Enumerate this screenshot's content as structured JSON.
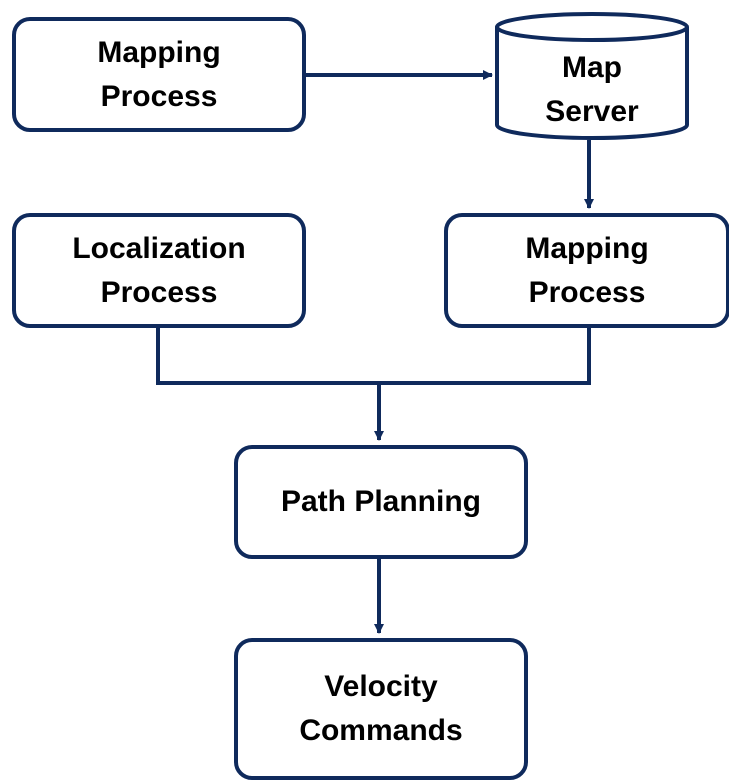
{
  "colors": {
    "stroke": "#0f2a5c",
    "fill": "#ffffff",
    "text": "#000000"
  },
  "nodes": {
    "mapping_process_top": {
      "line1": "Mapping",
      "line2": "Process"
    },
    "map_server": {
      "line1": "Map",
      "line2": "Server",
      "shape": "cylinder"
    },
    "localization_process": {
      "line1": "Localization",
      "line2": "Process"
    },
    "mapping_process_right": {
      "line1": "Mapping",
      "line2": "Process"
    },
    "path_planning": {
      "line1": "Path Planning"
    },
    "velocity_commands": {
      "line1": "Velocity",
      "line2": "Commands"
    }
  }
}
